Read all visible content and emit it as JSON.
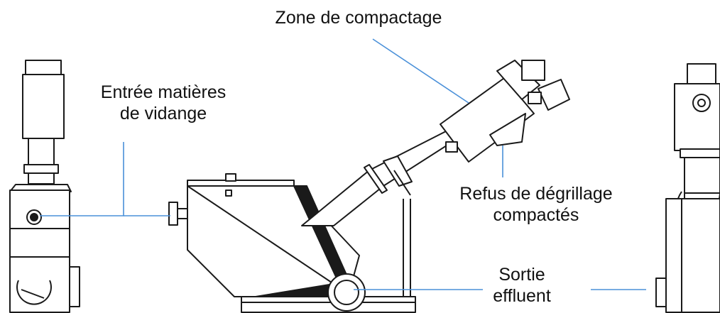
{
  "labels": {
    "zone_compactage": "Zone de compactage",
    "entree_line1": "Entrée matières",
    "entree_line2": "de vidange",
    "refus_line1": "Refus de dégrillage",
    "refus_line2": "compactés",
    "sortie_line1": "Sortie",
    "sortie_line2": "effluent"
  },
  "colors": {
    "leader_line": "#4a90d9",
    "machine_stroke": "#1a1a1a",
    "background": "#ffffff"
  }
}
